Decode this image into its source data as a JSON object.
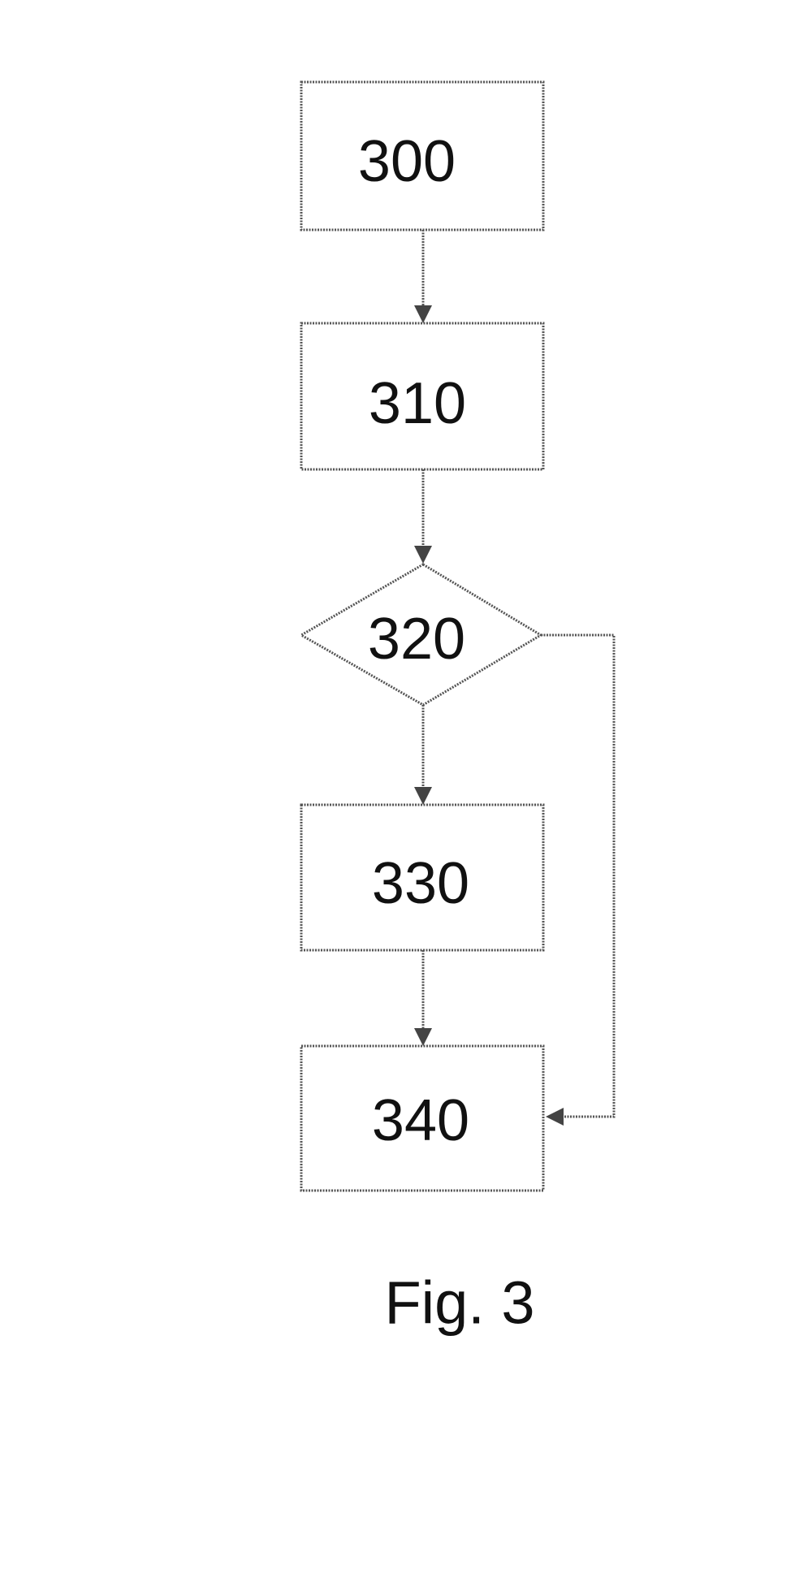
{
  "diagram": {
    "type": "flowchart",
    "nodes": [
      {
        "id": "n300",
        "label": "300",
        "shape": "rectangle"
      },
      {
        "id": "n310",
        "label": "310",
        "shape": "rectangle"
      },
      {
        "id": "n320",
        "label": "320",
        "shape": "diamond"
      },
      {
        "id": "n330",
        "label": "330",
        "shape": "rectangle"
      },
      {
        "id": "n340",
        "label": "340",
        "shape": "rectangle"
      }
    ],
    "edges": [
      {
        "from": "n300",
        "to": "n310"
      },
      {
        "from": "n310",
        "to": "n320"
      },
      {
        "from": "n320",
        "to": "n330"
      },
      {
        "from": "n330",
        "to": "n340"
      },
      {
        "from": "n320",
        "to": "n340",
        "route": "right-side bypass"
      }
    ],
    "caption": "Fig. 3",
    "colors": {
      "line": "#555555",
      "text": "#111111",
      "background": "#ffffff"
    }
  }
}
